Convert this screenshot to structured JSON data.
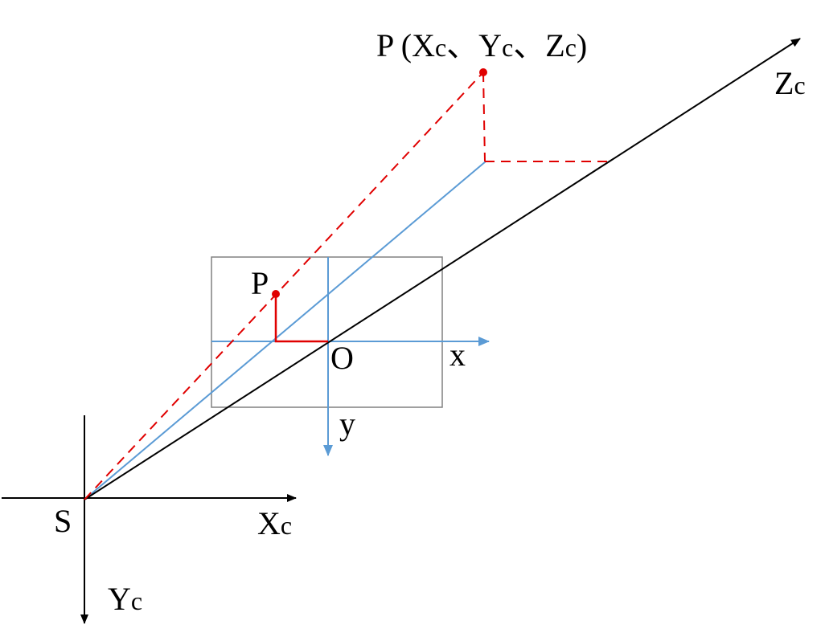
{
  "colors": {
    "axis": "#000000",
    "image_plane": "#5b9bd5",
    "projection": "#e00000",
    "frame": "#808080"
  },
  "labels": {
    "point_3d": {
      "prefix": "P (X",
      "c1": "c",
      "s1": "、Y",
      "c2": "c",
      "s2": "、Z",
      "c3": "c",
      "close": ")"
    },
    "zc": {
      "main": "Z",
      "sub": "c"
    },
    "xc": {
      "main": "X",
      "sub": "c"
    },
    "yc": {
      "main": "Y",
      "sub": "c"
    },
    "camera_center": "S",
    "image_origin": "O",
    "image_x": "x",
    "image_y": "y",
    "image_point": "P"
  }
}
